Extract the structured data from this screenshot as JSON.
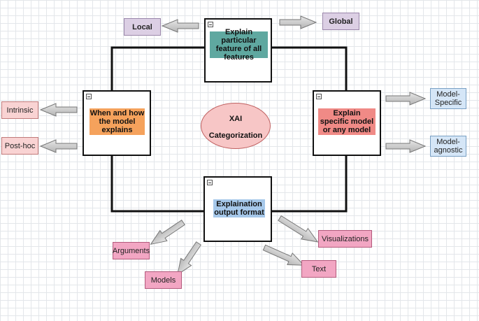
{
  "center": {
    "line1": "XAI",
    "line2": "Categorization"
  },
  "boxes": {
    "top": "Explain particular feature of all features",
    "left": "When and how the model explains",
    "right": "Explain specific model or any model",
    "bottom": "Explaination output format"
  },
  "tags": {
    "local": "Local",
    "global": "Global",
    "intrinsic": "Intrinsic",
    "post_hoc": "Post-hoc",
    "model_specific": "Model-Specific",
    "model_agnostic": "Model-agnostic",
    "arguments": "Arguments",
    "models": "Models",
    "visualizations": "Visualizations",
    "text": "Text"
  },
  "colors": {
    "top_label": "#5fa8a0",
    "left_label": "#f5a25c",
    "right_label": "#f08a86",
    "bottom_label": "#a6c8ea",
    "purple_tag": "#dccfe4",
    "red_tag": "#f9d3d3",
    "blue_tag": "#d5e6f7",
    "pink_tag": "#f2a6c3"
  }
}
